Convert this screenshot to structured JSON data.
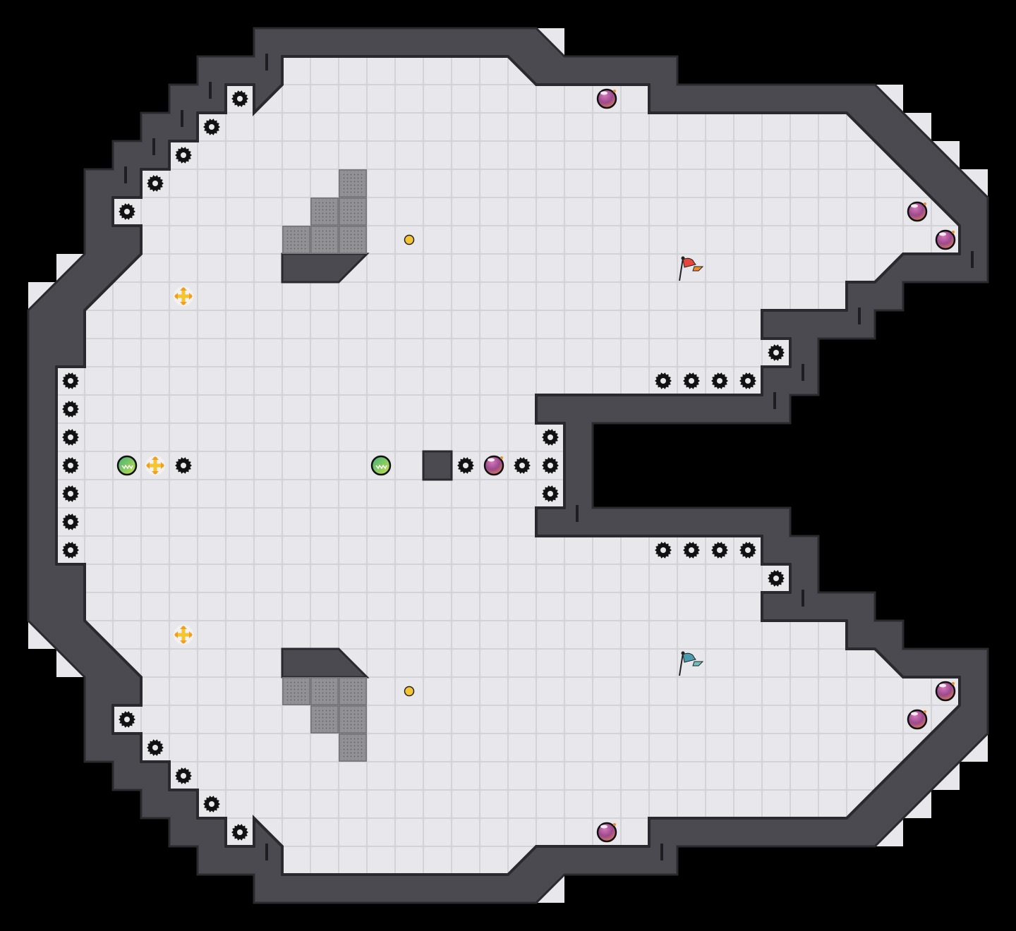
{
  "game": {
    "view": "level-map",
    "colors": {
      "background": "#000000",
      "floor": "#e6e6ea",
      "floor_grid": "#d3d3d8",
      "wall": "#4a4a50",
      "wall_edge": "#2a2a2e",
      "grate": "#8a8a8e",
      "gear": "#111111",
      "bomb": "#b0508a",
      "cross": "#f5c431",
      "ball": "#6cc56a",
      "coin": "#f5c431",
      "flag_red": "#e8463c",
      "flag_blue": "#4a9bb0"
    },
    "entity_counts": {
      "gear": 33,
      "bomb": 7,
      "cross": 3,
      "green_ball": 2,
      "coin": 2,
      "flag": 2
    }
  }
}
